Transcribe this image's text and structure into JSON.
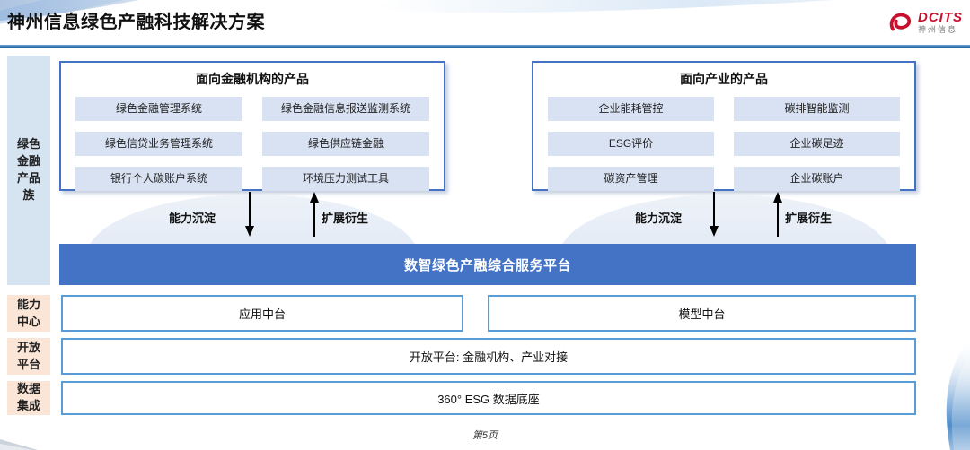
{
  "slide": {
    "title": "神州信息绿色产融科技解决方案",
    "page_number": "第5页"
  },
  "logo": {
    "brand": "DCITS",
    "brand_cn": "神州信息"
  },
  "sidebar": {
    "product_family_label": "绿色金融产品族",
    "capability_label": "能力中心",
    "open_platform_label": "开放平台",
    "data_integration_label": "数据集成"
  },
  "product_groups": [
    {
      "title": "面向金融机构的产品",
      "items": [
        "绿色金融管理系统",
        "绿色金融信息报送监测系统",
        "绿色信贷业务管理系统",
        "绿色供应链金融",
        "银行个人碳账户系统",
        "环境压力测试工具"
      ]
    },
    {
      "title": "面向产业的产品",
      "items": [
        "企业能耗管控",
        "碳排智能监测",
        "ESG评价",
        "企业碳足迹",
        "碳资产管理",
        "企业碳账户"
      ]
    }
  ],
  "flow_labels": {
    "down": "能力沉淀",
    "up": "扩展衍生"
  },
  "platform": {
    "main_bar": "数智绿色产融综合服务平台",
    "middle_left": "应用中台",
    "middle_right": "模型中台",
    "open_row": "开放平台: 金融机构、产业对接",
    "data_row": "360° ESG 数据底座"
  },
  "colors": {
    "accent_blue": "#4472C4",
    "border_blue": "#5B9BD5",
    "item_bg": "#D9E2F3",
    "sidebar_blue_bg": "#D6E3F1",
    "sidebar_peach_bg": "#FBE5D6",
    "brand_red": "#C8102E"
  }
}
